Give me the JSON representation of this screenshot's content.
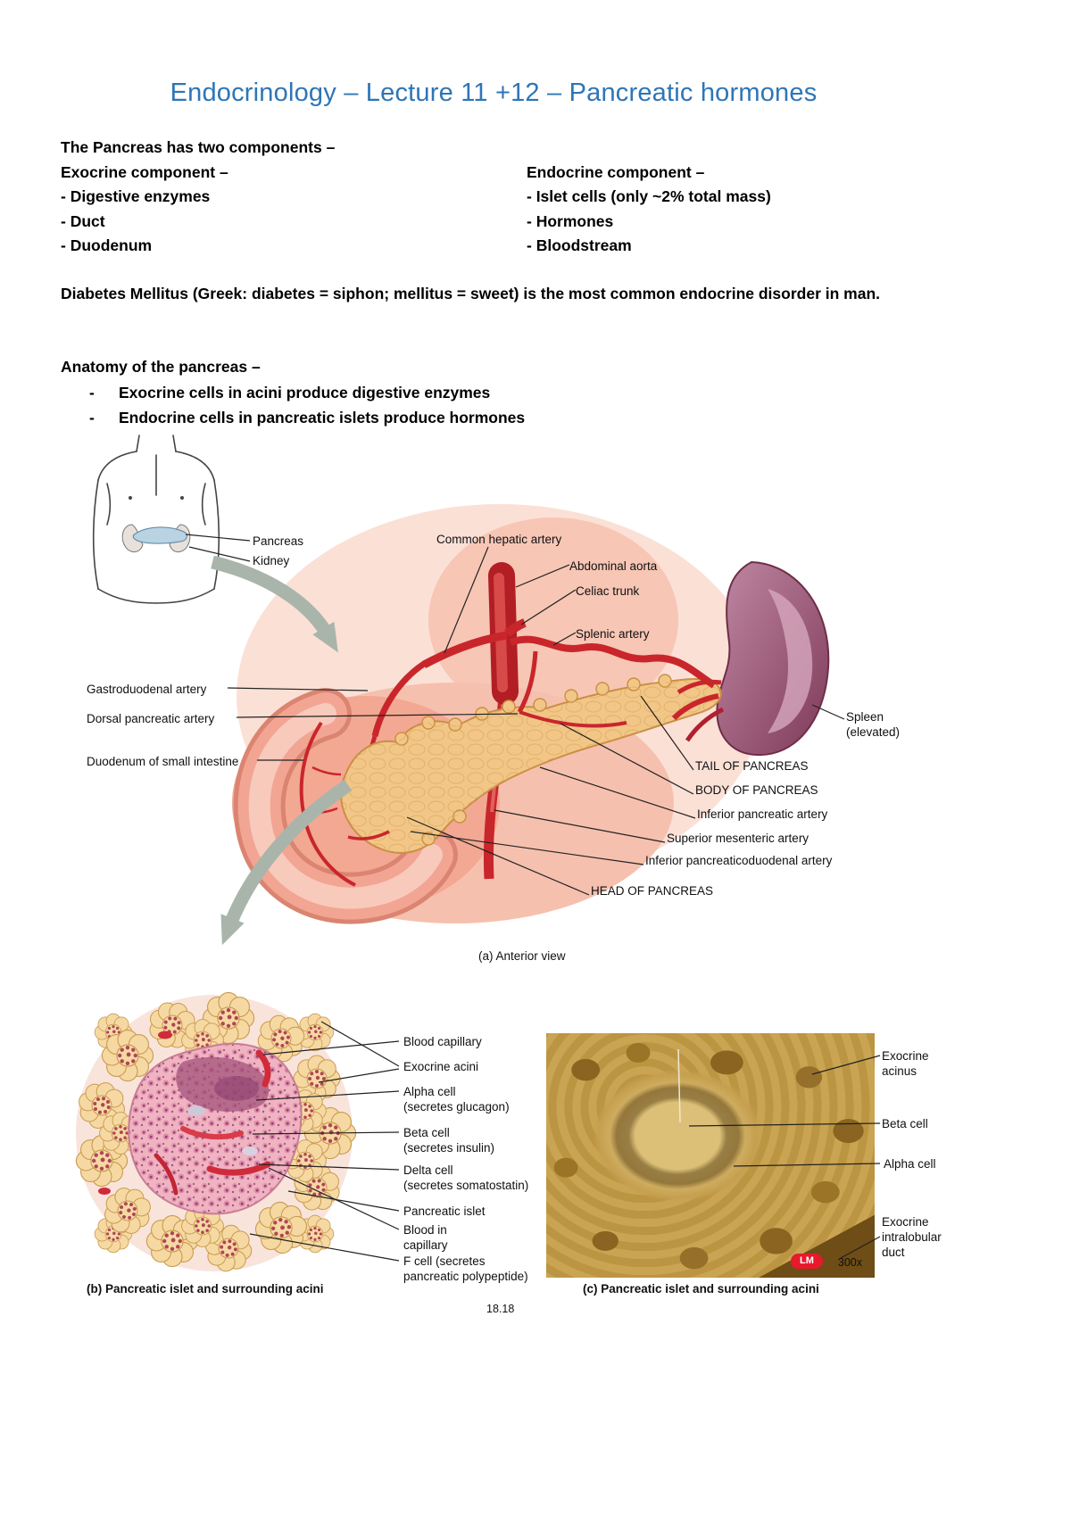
{
  "page": {
    "title": "Endocrinology – Lecture 11 +12 – Pancreatic hormones",
    "page_number": "18.18"
  },
  "intro": {
    "lead": "The Pancreas has two components –",
    "bullet_char": "-",
    "exocrine_heading": "Exocrine component –",
    "exocrine_items": [
      "- Digestive enzymes",
      "- Duct",
      "- Duodenum"
    ],
    "endocrine_heading": "Endocrine component –",
    "endocrine_items": [
      "-  Islet cells (only ~2% total mass)",
      "- Hormones",
      "- Bloodstream"
    ],
    "diabetes": "Diabetes Mellitus (Greek: diabetes = siphon; mellitus = sweet) is the most common endocrine disorder in man.",
    "anatomy_heading": "Anatomy of the pancreas –",
    "anatomy_items": [
      "Exocrine cells in acini produce digestive enzymes",
      "Endocrine cells in pancreatic islets produce hormones"
    ]
  },
  "figure_a": {
    "caption": "(a) Anterior view",
    "labels": {
      "pancreas": "Pancreas",
      "kidney": "Kidney",
      "common_hepatic_artery": "Common hepatic artery",
      "abdominal_aorta": "Abdominal aorta",
      "celiac_trunk": "Celiac trunk",
      "splenic_artery": "Splenic artery",
      "gastroduodenal_artery": "Gastroduodenal artery",
      "dorsal_pancreatic_artery": "Dorsal pancreatic artery",
      "duodenum": "Duodenum of small intestine",
      "spleen": "Spleen\n(elevated)",
      "tail": "TAIL OF PANCREAS",
      "body": "BODY OF PANCREAS",
      "inferior_pancreatic_artery": "Inferior pancreatic artery",
      "superior_mesenteric_artery": "Superior mesenteric artery",
      "inferior_pancreaticoduodenal_artery": "Inferior pancreaticoduodenal artery",
      "head": "HEAD OF PANCREAS"
    }
  },
  "figure_b": {
    "caption": "(b) Pancreatic islet and surrounding acini",
    "labels": {
      "blood_capillary": "Blood capillary",
      "exocrine_acini": "Exocrine acini",
      "alpha_cell": "Alpha cell\n(secretes glucagon)",
      "beta_cell": "Beta cell\n(secretes insulin)",
      "delta_cell": "Delta cell\n(secretes somatostatin)",
      "pancreatic_islet": "Pancreatic islet",
      "blood_in_capillary": "Blood in\ncapillary",
      "f_cell": "F cell (secretes\npancreatic polypeptide)"
    }
  },
  "figure_c": {
    "caption": "(c) Pancreatic islet and surrounding acini",
    "labels": {
      "exocrine_acinus": "Exocrine\nacinus",
      "beta_cell": "Beta cell",
      "alpha_cell": "Alpha cell",
      "exocrine_duct": "Exocrine\nintralobular\nduct"
    },
    "badge": "LM",
    "magnification": "300x"
  },
  "colors": {
    "title_blue": "#2E75B6",
    "artery_red": "#C9262C",
    "pancreas_tan": "#F2C687",
    "spleen_purple": "#9E5A78",
    "duodenum_pink": "#F2A593",
    "arrow_gray": "#A9B5AB",
    "micrograph_tan": "#C29C4C",
    "lm_badge_red": "#E8192C"
  }
}
